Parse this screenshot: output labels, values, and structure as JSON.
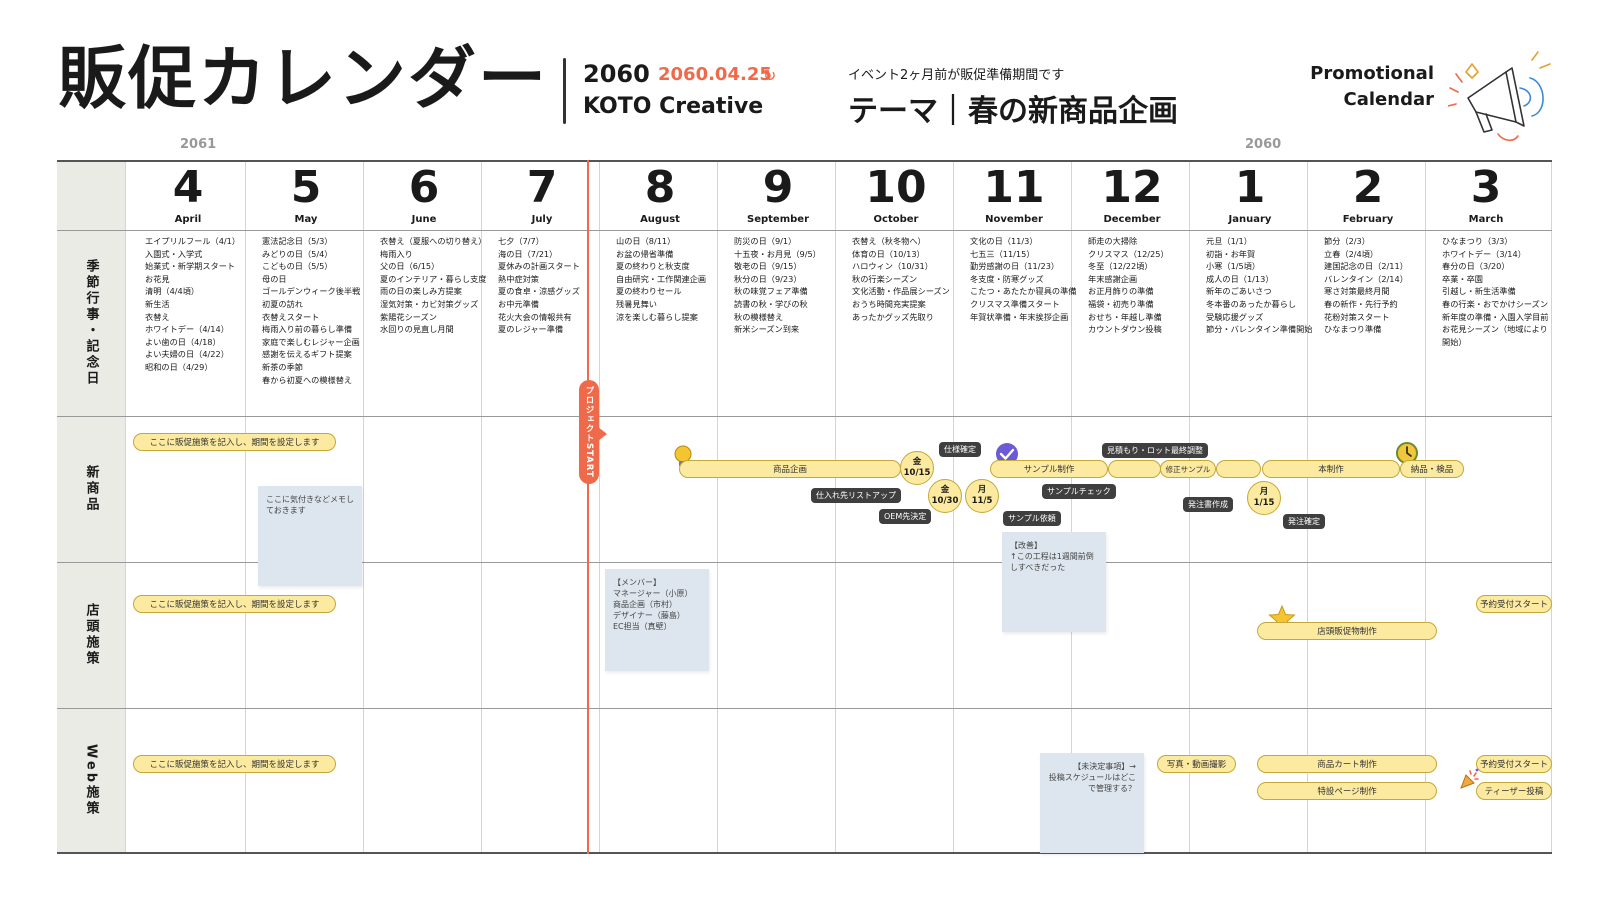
{
  "header": {
    "title": "販促カレンダー",
    "year": "2060",
    "date": "2060.04.25",
    "company": "KOTO Creative",
    "notice": "イベント2ヶ月前が販促準備期間です",
    "theme": "テーマ｜春の新商品企画",
    "promo_line1": "Promotional",
    "promo_line2": "Calendar"
  },
  "year_labels": {
    "left": "2061",
    "right": "2060"
  },
  "months": [
    {
      "num": "4",
      "en": "April"
    },
    {
      "num": "5",
      "en": "May"
    },
    {
      "num": "6",
      "en": "June"
    },
    {
      "num": "7",
      "en": "July"
    },
    {
      "num": "8",
      "en": "August"
    },
    {
      "num": "9",
      "en": "September"
    },
    {
      "num": "10",
      "en": "October"
    },
    {
      "num": "11",
      "en": "November"
    },
    {
      "num": "12",
      "en": "December"
    },
    {
      "num": "1",
      "en": "January"
    },
    {
      "num": "2",
      "en": "February"
    },
    {
      "num": "3",
      "en": "March"
    }
  ],
  "row_labels": {
    "seasonal": "季節行事・記念日",
    "new_product": "新商品",
    "store": "店頭施策",
    "web": "Web施策"
  },
  "events": [
    "エイプリルフール（4/1）\n入園式・入学式\n始業式・新学期スタート\nお花見\n清明（4/4頃）\n新生活\n衣替え\nホワイトデー（4/14）\nよい歯の日（4/18）\nよい夫婦の日（4/22）\n昭和の日（4/29）",
    "憲法記念日（5/3）\nみどりの日（5/4）\nこどもの日（5/5）\n母の日\nゴールデンウィーク後半戦\n初夏の訪れ\n衣替えスタート\n梅雨入り前の暮らし準備\n家庭で楽しむレジャー企画\n感謝を伝えるギフト提案\n新茶の季節\n春から初夏への模様替え",
    "衣替え（夏服への切り替え）\n梅雨入り\n父の日（6/15）\n夏のインテリア・暮らし支度\n雨の日の楽しみ方提案\n湿気対策・カビ対策グッズ\n紫陽花シーズン\n水回りの見直し月間",
    "七夕（7/7）\n海の日（7/21）\n夏休みの計画スタート\n熱中症対策\n夏の食卓・涼感グッズ\nお中元準備\n花火大会の情報共有\n夏のレジャー準備",
    "山の日（8/11）\nお盆の帰省準備\n夏の終わりと秋支度\n自由研究・工作関連企画\n夏の終わりセール\n残暑見舞い\n涼を楽しむ暮らし提案",
    "防災の日（9/1）\n十五夜・お月見（9/5）\n敬老の日（9/15）\n秋分の日（9/23）\n秋の味覚フェア準備\n読書の秋・学びの秋\n秋の模様替え\n新米シーズン到来",
    "衣替え（秋冬物へ）\n体育の日（10/13）\nハロウィン（10/31）\n秋の行楽シーズン\n文化活動・作品展シーズン\nおうち時間充実提案\nあったかグッズ先取り",
    "文化の日（11/3）\n七五三（11/15）\n勤労感謝の日（11/23）\n冬支度・防寒グッズ\nこたつ・あたたか寝具の準備\nクリスマス準備スタート\n年賀状準備・年末挨拶企画",
    "師走の大掃除\nクリスマス（12/25）\n冬至（12/22頃）\n年末感謝企画\nお正月飾りの準備\n福袋・初売り準備\nおせち・年越し準備\nカウントダウン投稿",
    "元旦（1/1）\n初詣・お年賀\n小寒（1/5頃）\n成人の日（1/13）\n新年のごあいさつ\n冬本番のあったか暮らし\n受験応援グッズ\n節分・バレンタイン準備開始",
    "節分（2/3）\n立春（2/4頃）\n建国記念の日（2/11）\nバレンタイン（2/14）\n寒さ対策最終月間\n春の新作・先行予約\n花粉対策スタート\nひなまつり準備",
    "ひなまつり（3/3）\nホワイトデー（3/14）\n春分の日（3/20）\n卒業・卒園\n引越し・新生活準備\n春の行楽・おでかけシーズン\n新年度の準備・入園入学目前\nお花見シーズン（地域により開始）"
  ],
  "start_flag": "プロジェクトSTART",
  "placeholder": "ここに販促施策を記入し、期間を設定します",
  "new_product": {
    "note_tip": "ここに気付きなどメモしておきます",
    "product_plan": "商品企画",
    "decide_specs": "仕様確定",
    "sample_make": "サンプル制作",
    "estimate": "見積もり・ロット最終調整",
    "revise_sample": "修正サンプル",
    "main_production": "本制作",
    "delivery_inspection": "納品・検品",
    "supplier_list": "仕入れ先リストアップ",
    "oem_decided": "OEM先決定",
    "sample_check": "サンプルチェック",
    "sample_request": "サンプル依頼",
    "order_create": "発注書作成",
    "order_confirm": "発注確定",
    "circle1_day": "金",
    "circle1_date": "10/15",
    "circle2_day": "金",
    "circle2_date": "10/30",
    "circle3_day": "月",
    "circle3_date": "11/5",
    "circle4_day": "月",
    "circle4_date": "1/15",
    "note_improve": "【改善】\n↑この工程は1週間前倒しすべきだった"
  },
  "store": {
    "note_member": "【メンバー】\nマネージャー（小原）\n商品企画（市村）\nデザイナー（藤島）\nEC担当（真壁）",
    "pop_production": "店頭販促物制作",
    "preorder_start": "予約受付スタート"
  },
  "web": {
    "note_pending": "【未決定事項】→\n投稿スケジュールはどこで管理する？",
    "photo_video": "写真・動画撮影",
    "product_card": "商品カート制作",
    "special_page": "特設ページ制作",
    "preorder_start": "予約受付スタート",
    "teaser_post": "ティーザー投稿"
  },
  "colors": {
    "accent": "#ee6a4a",
    "pill_fill": "#fbeaa0",
    "pill_border": "#c4a83a",
    "tag_fill": "#3f3f3f",
    "note_fill": "#dde6ee",
    "side_fill": "#ebebe6"
  },
  "icons": [
    "refresh-icon",
    "megaphone-icon",
    "lightbulb-icon",
    "check-badge-icon",
    "clock-icon",
    "star-icon",
    "party-popper-icon"
  ]
}
